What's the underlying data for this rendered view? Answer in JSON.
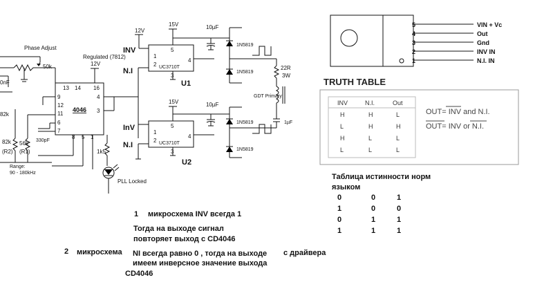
{
  "schematic": {
    "phase_adjust": "Phase Adjust",
    "pot_50k": "50k",
    "cap_0nf": "0nF",
    "reg_label": "Regulated (7812)",
    "reg_12v": "12V",
    "ic4046": "4046",
    "pins_4046": {
      "p13": "13",
      "p14": "14",
      "p16": "16",
      "p9": "9",
      "p12": "12",
      "p11": "11",
      "p6": "6",
      "p7": "7",
      "p8": "8",
      "p5": "5",
      "p1": "1",
      "p4": "4",
      "p3": "3"
    },
    "r_82k_top": "82k",
    "r_82k": "82k",
    "r_56k": "56k",
    "r2": "(R2)",
    "r1": "(R1)",
    "c_330pf": "330pF",
    "range_label": "Range:",
    "range_value": "90 - 180kHz",
    "r_1k5": "1k5",
    "pll_locked": "PLL Locked",
    "u1": {
      "vcc_top": "15V",
      "vcc_left": "12V",
      "cap": "10µF",
      "chip": "UC3710T",
      "label": "U1",
      "inv": "INV",
      "ni": "N.I",
      "pin5": "5",
      "pin1": "1",
      "pin2": "2",
      "pin3": "3",
      "pin4": "4",
      "d_top": "1N5819",
      "d_bot": "1N5819"
    },
    "u2": {
      "vcc_top": "15V",
      "cap": "10µF",
      "chip": "UC3710T",
      "label": "U2",
      "inv": "InV",
      "ni": "N.I",
      "pin5": "5",
      "pin1": "1",
      "pin2": "2",
      "pin3": "3",
      "pin4": "4",
      "d_top": "1N5819",
      "d_bot": "1N5819"
    },
    "r_22r": "22R",
    "r_3w": "3W",
    "gdt": "GDT Primary",
    "c_1uf": "1µF"
  },
  "package": {
    "pins": [
      {
        "num": "5",
        "label": "VIN + Vc"
      },
      {
        "num": "4",
        "label": "Out"
      },
      {
        "num": "3",
        "label": "Gnd"
      },
      {
        "num": "2",
        "label": "INV  IN"
      },
      {
        "num": "1",
        "label": "N.I.  IN"
      }
    ]
  },
  "truth_table": {
    "title": "TRUTH TABLE",
    "headers": [
      "INV",
      "N.I.",
      "Out"
    ],
    "rows": [
      [
        "H",
        "H",
        "L"
      ],
      [
        "L",
        "H",
        "H"
      ],
      [
        "H",
        "L",
        "L"
      ],
      [
        "L",
        "L",
        "L"
      ]
    ],
    "formula1": "OUT= INV and N.I.",
    "formula2": "OUT= INV or N.I."
  },
  "ru_table": {
    "title_line1": "Таблица истинности норм",
    "title_line2": "языком",
    "rows": [
      [
        "0",
        "0",
        "1"
      ],
      [
        "1",
        "0",
        "0"
      ],
      [
        "0",
        "1",
        "1"
      ],
      [
        "1",
        "1",
        "1"
      ]
    ]
  },
  "notes": {
    "n1_num": "1",
    "n1_text": "микросхема  INV  всегда 1",
    "n1_line2": "Тогда на выходе сигнал",
    "n1_line3": "повторяет выход с  CD4046",
    "n2_num": "2",
    "n2_text": "микросхема",
    "n2_mid": "NI  всегда равно  0  , тогда на выходе",
    "n2_right": "с драйвера",
    "n2_line2": "имеем инверсное значение выхода",
    "n2_line3": "CD4046"
  }
}
